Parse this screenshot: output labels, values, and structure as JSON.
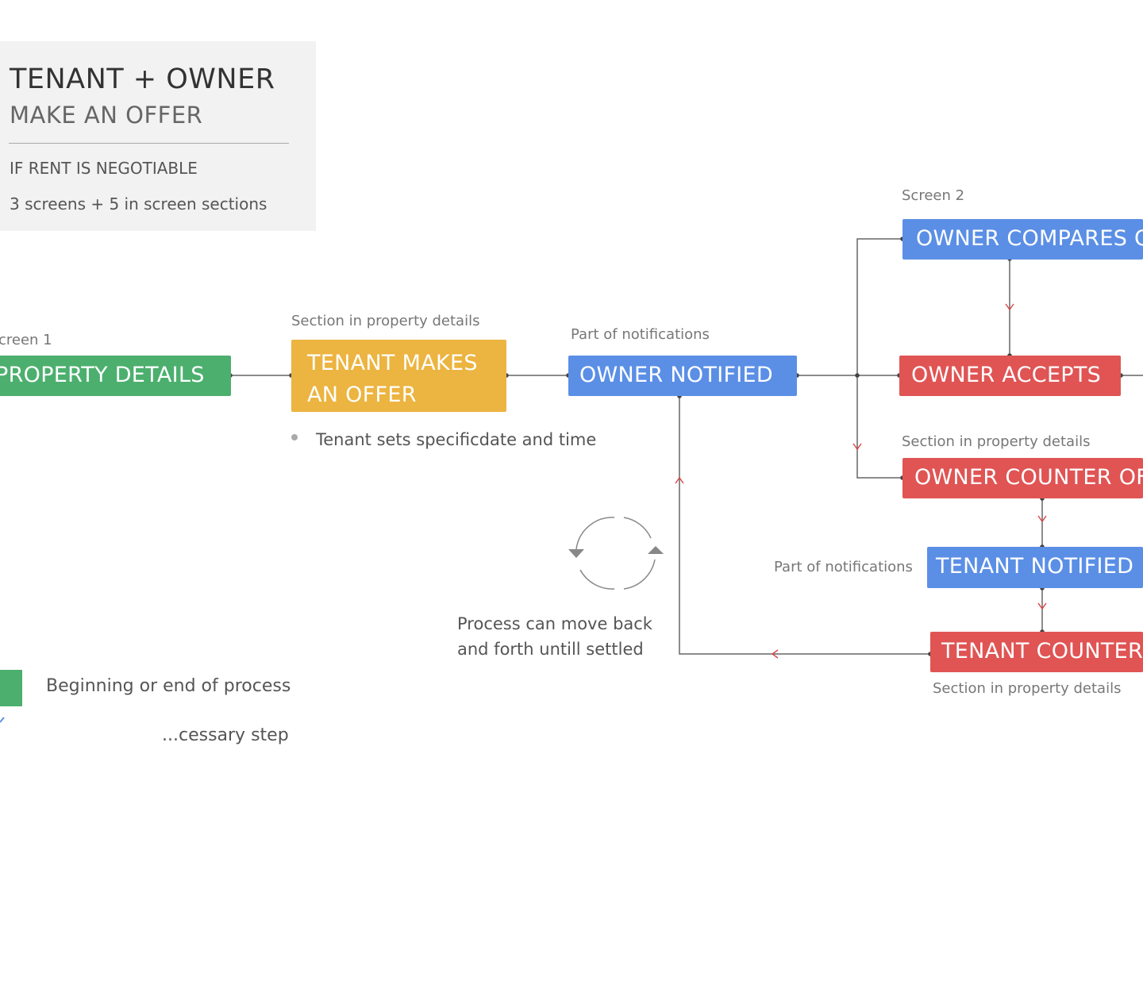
{
  "header": {
    "title": "TENANT + OWNER",
    "subtitle": "MAKE AN OFFER",
    "condition": "IF RENT IS NEGOTIABLE",
    "screen_count": "3 screens + 5 in screen sections"
  },
  "nodes": {
    "property_details": {
      "label": "PROPERTY DETAILS",
      "caption": "creen 1"
    },
    "tenant_makes_offer": {
      "line1": "TENANT MAKES",
      "line2": "AN OFFER",
      "caption": "Section in property details",
      "bullet": "Tenant sets specificdate and time"
    },
    "owner_notified": {
      "label": "OWNER NOTIFIED",
      "caption": "Part of notifications"
    },
    "owner_compares": {
      "label": "OWNER COMPARES O",
      "caption": "Screen 2"
    },
    "owner_accepts": {
      "label": "OWNER ACCEPTS"
    },
    "owner_counter": {
      "label": "OWNER COUNTER OF",
      "caption": "Section in property details"
    },
    "tenant_notified": {
      "label": "TENANT NOTIFIED",
      "caption": "Part of notifications"
    },
    "tenant_counter": {
      "label": "TENANT COUNTER",
      "caption": "Section in property details"
    }
  },
  "cycle_note": {
    "line1": "Process can move back",
    "line2": "and forth untill settled"
  },
  "legend": {
    "items": [
      {
        "label": "Beginning or end of process"
      },
      {
        "label": "...cessary step"
      }
    ]
  },
  "colors": {
    "start_end": "#4caf6e",
    "tenant_action": "#ecb440",
    "notification": "#5b8fe6",
    "decision": "#e05454"
  }
}
